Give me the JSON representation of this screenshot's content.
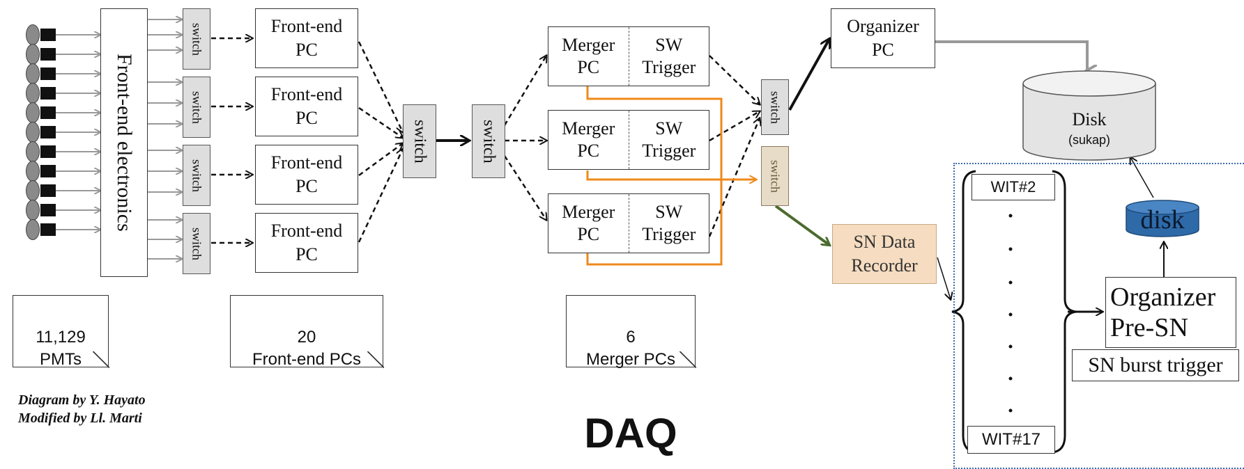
{
  "diagram": {
    "title": "DAQ",
    "credit_line1": "Diagram by Y. Hayato",
    "credit_line2": "Modified by Ll. Marti",
    "front_end_electronics": "Front-end electronics",
    "switch_label": "switch",
    "front_end_pc_label": "Front-end\nPC",
    "merger_pc_label": "Merger\nPC",
    "sw_trigger_label": "SW\nTrigger",
    "organizer_pc": "Organizer\nPC",
    "disk_label": "Disk",
    "disk_sub": "(sukap)",
    "sn_data_recorder": "SN Data\nRecorder",
    "wit_first": "WIT#2",
    "wit_last": "WIT#17",
    "small_disk": "disk",
    "organizer_presn": "Organizer\nPre-SN",
    "sn_burst_trigger": "SN burst trigger",
    "notes": {
      "pmts": "11,129\nPMTs",
      "front_end_pcs": "20\nFront-end PCs",
      "merger_pcs": "6\nMerger PCs"
    },
    "colors": {
      "orange": "#ef8a1a",
      "green_arrow": "#4b6b2e",
      "sn_fill": "#f6dcc0",
      "small_disk": "#2f6aa8",
      "region_border": "#3a6ab0"
    }
  }
}
